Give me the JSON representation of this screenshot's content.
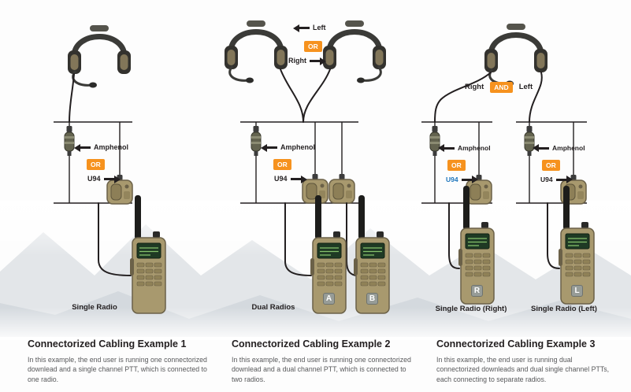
{
  "palette": {
    "accent_orange": "#F6921E",
    "radio_tan": "#A8996E",
    "line_dark": "#231F20",
    "u94_highlight_blue": "#1C75BC"
  },
  "shared": {
    "amphenol_label": "Amphenol",
    "u94_label": "U94",
    "or_badge": "OR",
    "and_badge": "AND",
    "left_label": "Left",
    "right_label": "Right"
  },
  "example1": {
    "title": "Connectorized Cabling Example 1",
    "description": "In this example, the end user is running one connectorized downlead and a single channel PTT, which is connected to one radio.",
    "radio_caption": "Single Radio"
  },
  "example2": {
    "title": "Connectorized Cabling Example 2",
    "description": "In this example, the end user is running one connectorized downlead and a dual channel PTT, which is connected to two radios.",
    "radio_caption": "Dual Radios",
    "radio_letter_a": "A",
    "radio_letter_b": "B"
  },
  "example3": {
    "title": "Connectorized Cabling Example 3",
    "description": "In this example, the end user is running dual connectorized downleads and dual single channel PTTs, each connecting to separate radios.",
    "radio_caption_right": "Single Radio (Right)",
    "radio_caption_left": "Single Radio (Left)",
    "radio_letter_r": "R",
    "radio_letter_l": "L"
  }
}
